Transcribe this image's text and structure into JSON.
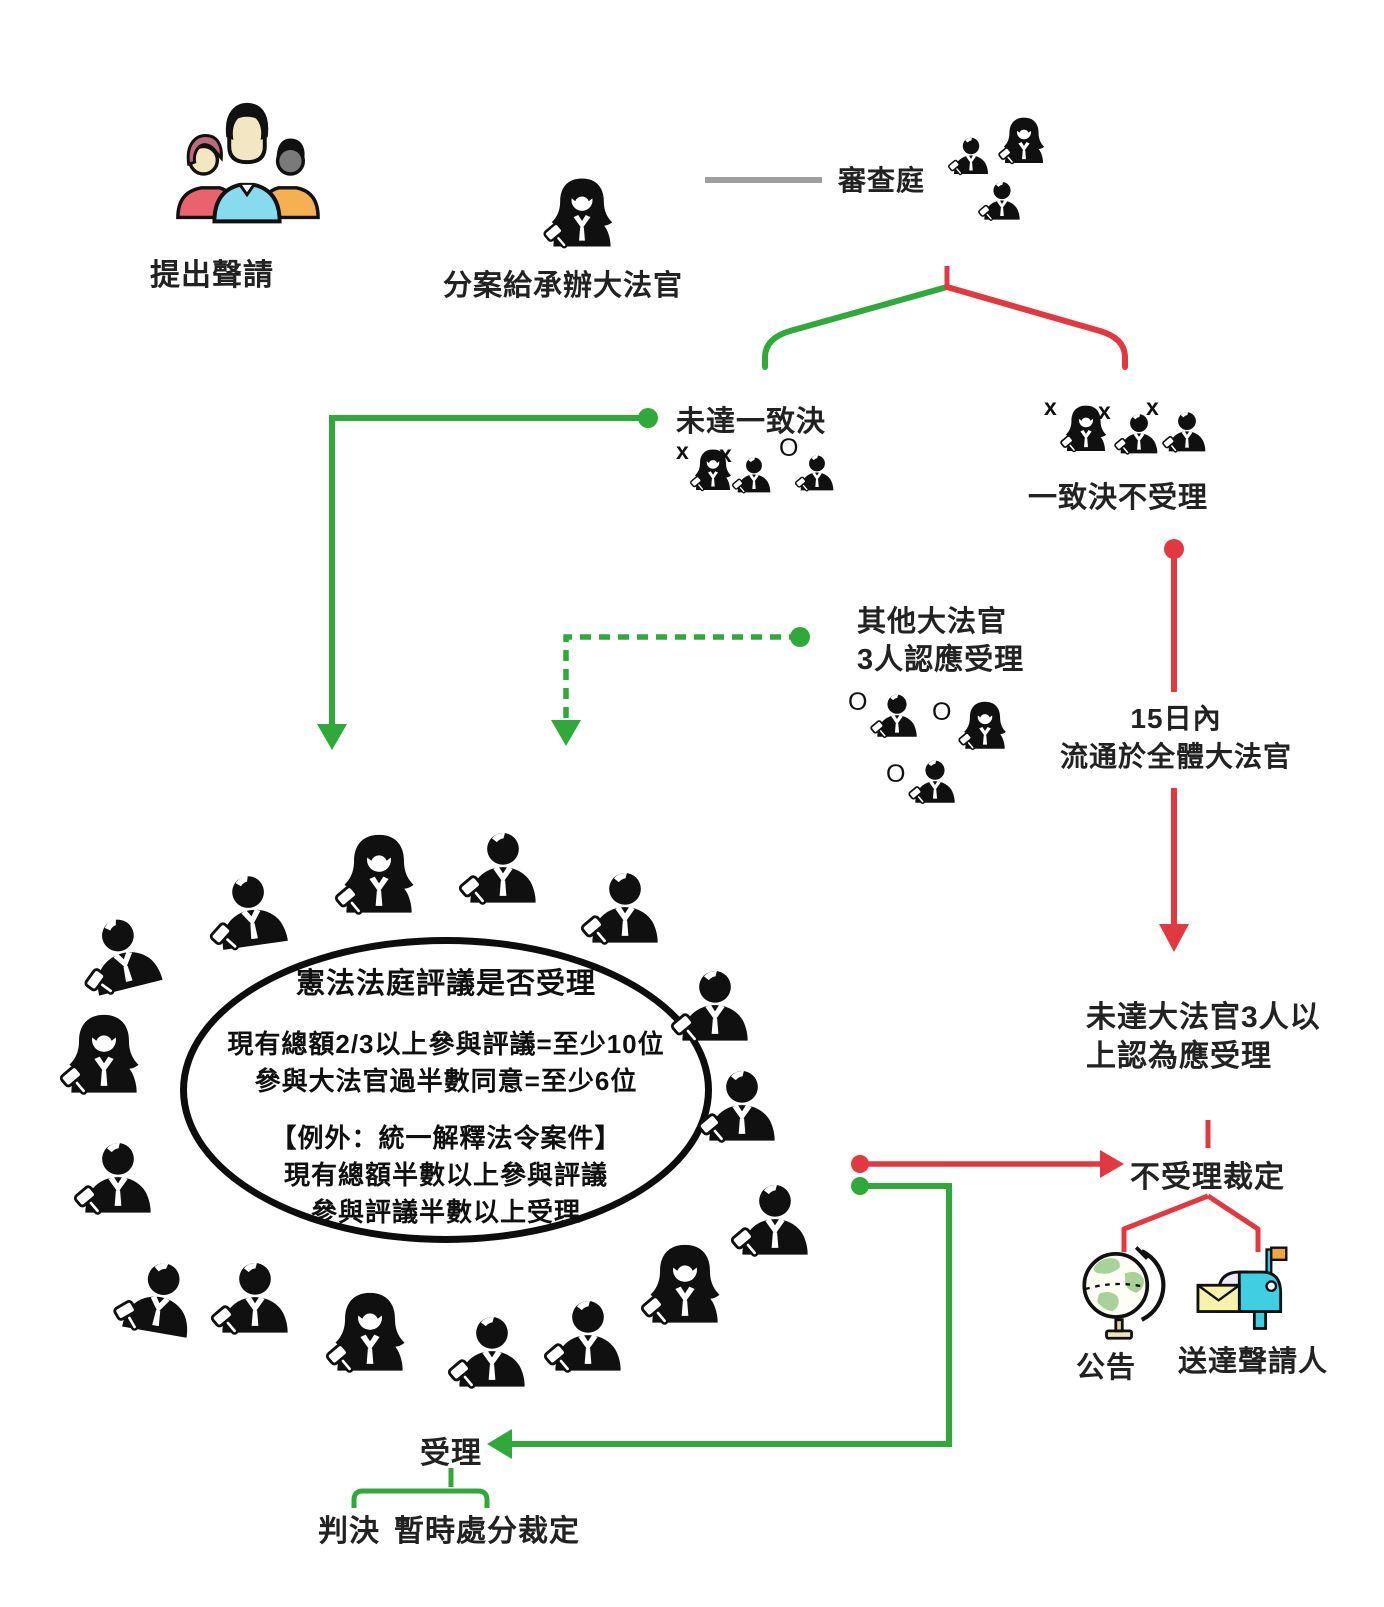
{
  "colors": {
    "green": "#2faa3a",
    "red": "#e2383f",
    "gray": "#9e9e9e",
    "ink": "#111111"
  },
  "nodes": {
    "petition": {
      "label": "提出聲請"
    },
    "assign": {
      "label": "分案給承辦大法官"
    },
    "review_panel": {
      "label": "審查庭"
    },
    "no_unanimous": {
      "label": "未達一致決"
    },
    "unanimous_reject": {
      "label": "一致決不受理"
    },
    "other_justices": {
      "line1": "其他大法官",
      "count": "3",
      "rest": "人認應受理"
    },
    "circulate": {
      "line1": "15日內",
      "line2": "流通於全體大法官"
    },
    "below_threshold": {
      "part1": "未達大法官",
      "count": "3",
      "part2": "人以上認為應受理"
    },
    "reject_ruling": {
      "label": "不受理裁定"
    },
    "announce": {
      "label": "公告"
    },
    "serve": {
      "label": "送達聲請人"
    },
    "accept": {
      "label": "受理"
    },
    "judgment": {
      "label": "判決"
    },
    "temp_disposition": {
      "label": "暫時處分裁定"
    }
  },
  "ellipse": {
    "title": "憲法法庭評議是否受理",
    "rule1": "現有總額2/3以上參與評議=至少10位",
    "rule2": "參與大法官過半數同意=至少6位",
    "exception_title": "【例外：統一解釋法令案件】",
    "exception1": "現有總額半數以上參與評議",
    "exception2": "參與評議半數以上受理"
  },
  "markers": {
    "against": "x",
    "for": "O"
  }
}
